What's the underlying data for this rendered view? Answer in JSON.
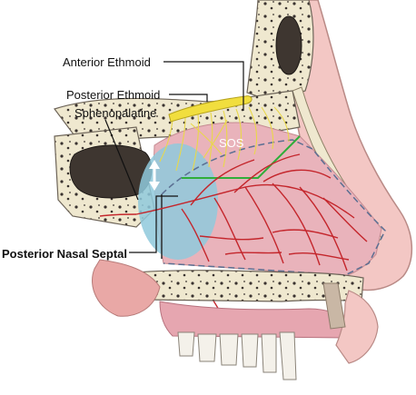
{
  "labels": {
    "anterior_ethmoid": "Anterior Ethmoid",
    "posterior_ethmoid": "Posterior Ethmoid",
    "sphenopalatine": "Sphenopalatine",
    "posterior_nasal_septal": "Posterior Nasal Septal",
    "sos": "SOS"
  },
  "colors": {
    "skin": "#f3c7c4",
    "bone": "#efe8cf",
    "septum": "#e9b3bb",
    "artery": "#c4262c",
    "nerve": "#e9d84a",
    "blue_zone": "#8fc9dc",
    "sinus_dark": "#3e3630",
    "gums": "#e6a6b0",
    "teeth": "#f4f1ea",
    "dashed_line": "#5b6f92",
    "green_line": "#2fae3a"
  }
}
